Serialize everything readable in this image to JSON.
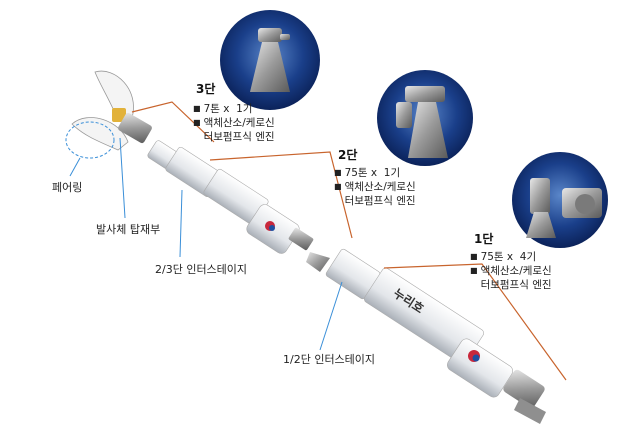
{
  "labels": {
    "fairing": "페어링",
    "payload_mount": "발사체 탑재부",
    "interstage_23": "2/3단 인터스테이지",
    "interstage_12": "1/2단 인터스테이지",
    "hull_logo": "누리호"
  },
  "stages": [
    {
      "title": "3단",
      "specs": [
        "7톤 x  1기",
        "액체산소/케로신",
        "터보펌프식 엔진"
      ]
    },
    {
      "title": "2단",
      "specs": [
        "75톤 x  1기",
        "액체산소/케로신",
        "터보펌프식 엔진"
      ]
    },
    {
      "title": "1단",
      "specs": [
        "75톤 x  4기",
        "액체산소/케로신",
        "터보펌프식 엔진"
      ]
    }
  ],
  "colors": {
    "bracket": "#c8642d",
    "callout": "#3a8fd8",
    "engine_bg": "#0e2a6b"
  }
}
